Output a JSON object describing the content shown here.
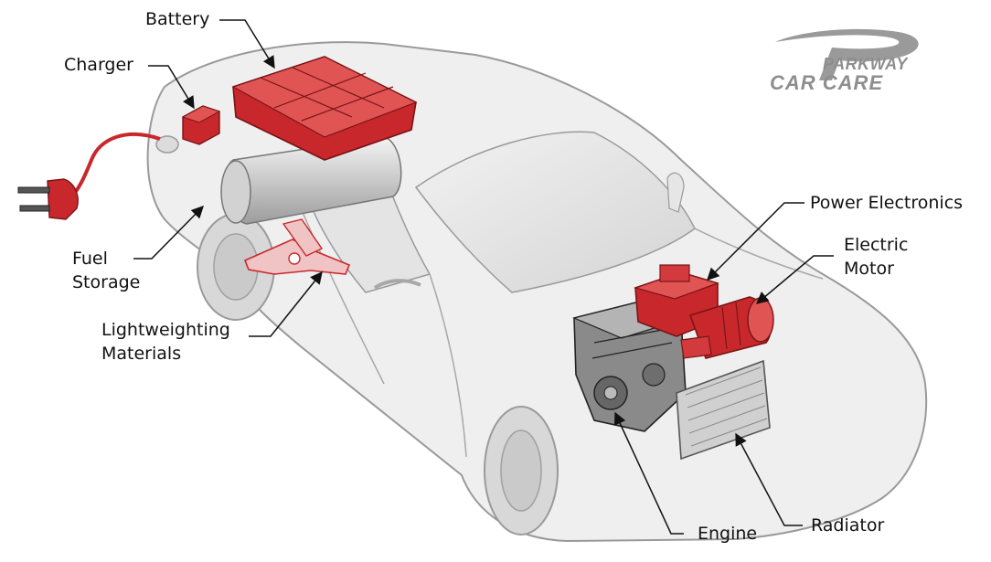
{
  "labels": {
    "battery": "Battery",
    "charger": "Charger",
    "fuel_line1": "Fuel",
    "fuel_line2": "Storage",
    "light_line1": "Lightweighting",
    "light_line2": "Materials",
    "power_electronics": "Power Electronics",
    "motor_line1": "Electric",
    "motor_line2": "Motor",
    "engine": "Engine",
    "radiator": "Radiator"
  },
  "logo": {
    "line1": "PARKWAY",
    "line2": "CAR CARE",
    "color": "#8e8e8e"
  },
  "colors": {
    "component_red": "#c8282c",
    "component_dark": "#7a1416",
    "car_body": "#efefef",
    "car_outline": "#9a9a9a",
    "leader_line": "#111111"
  }
}
